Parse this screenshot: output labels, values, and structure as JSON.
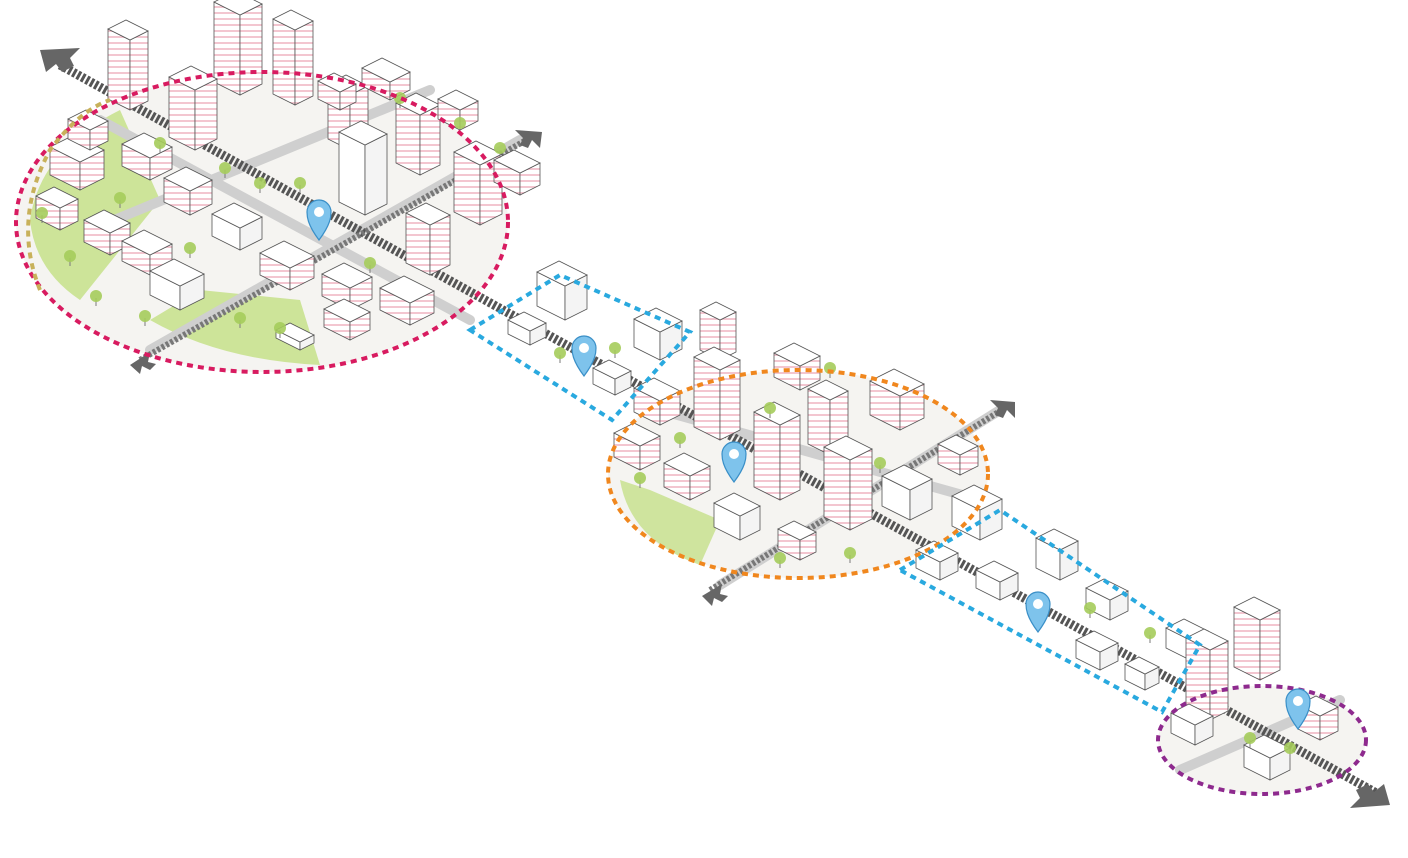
{
  "diagram": {
    "nodes": [
      {
        "id": "regional-center",
        "ring_color": "#d81b60",
        "fill_color": "#f5f4f1",
        "park_color": "#c5e08a",
        "pin_color": "#7ec3ec"
      },
      {
        "id": "corridor-1",
        "ring_color": "#29a9df",
        "pin_color": "#7ec3ec"
      },
      {
        "id": "town-center",
        "ring_color": "#f0871e",
        "fill_color": "#f5f4f1",
        "park_color": "#c5e08a",
        "pin_color": "#7ec3ec"
      },
      {
        "id": "corridor-2",
        "ring_color": "#29a9df",
        "pin_color": "#7ec3ec"
      },
      {
        "id": "neighborhood-center",
        "ring_color": "#8e2a8e",
        "fill_color": "#f5f4f1",
        "pin_color": "#7ec3ec"
      }
    ],
    "colors": {
      "road": "#cfcfcf",
      "transit_line": "#555555",
      "arrow": "#666666",
      "building_face": "#ffffff",
      "building_stripe": "#f3c6d0",
      "building_outline": "#555555",
      "tree": "#a5cc5b"
    }
  }
}
